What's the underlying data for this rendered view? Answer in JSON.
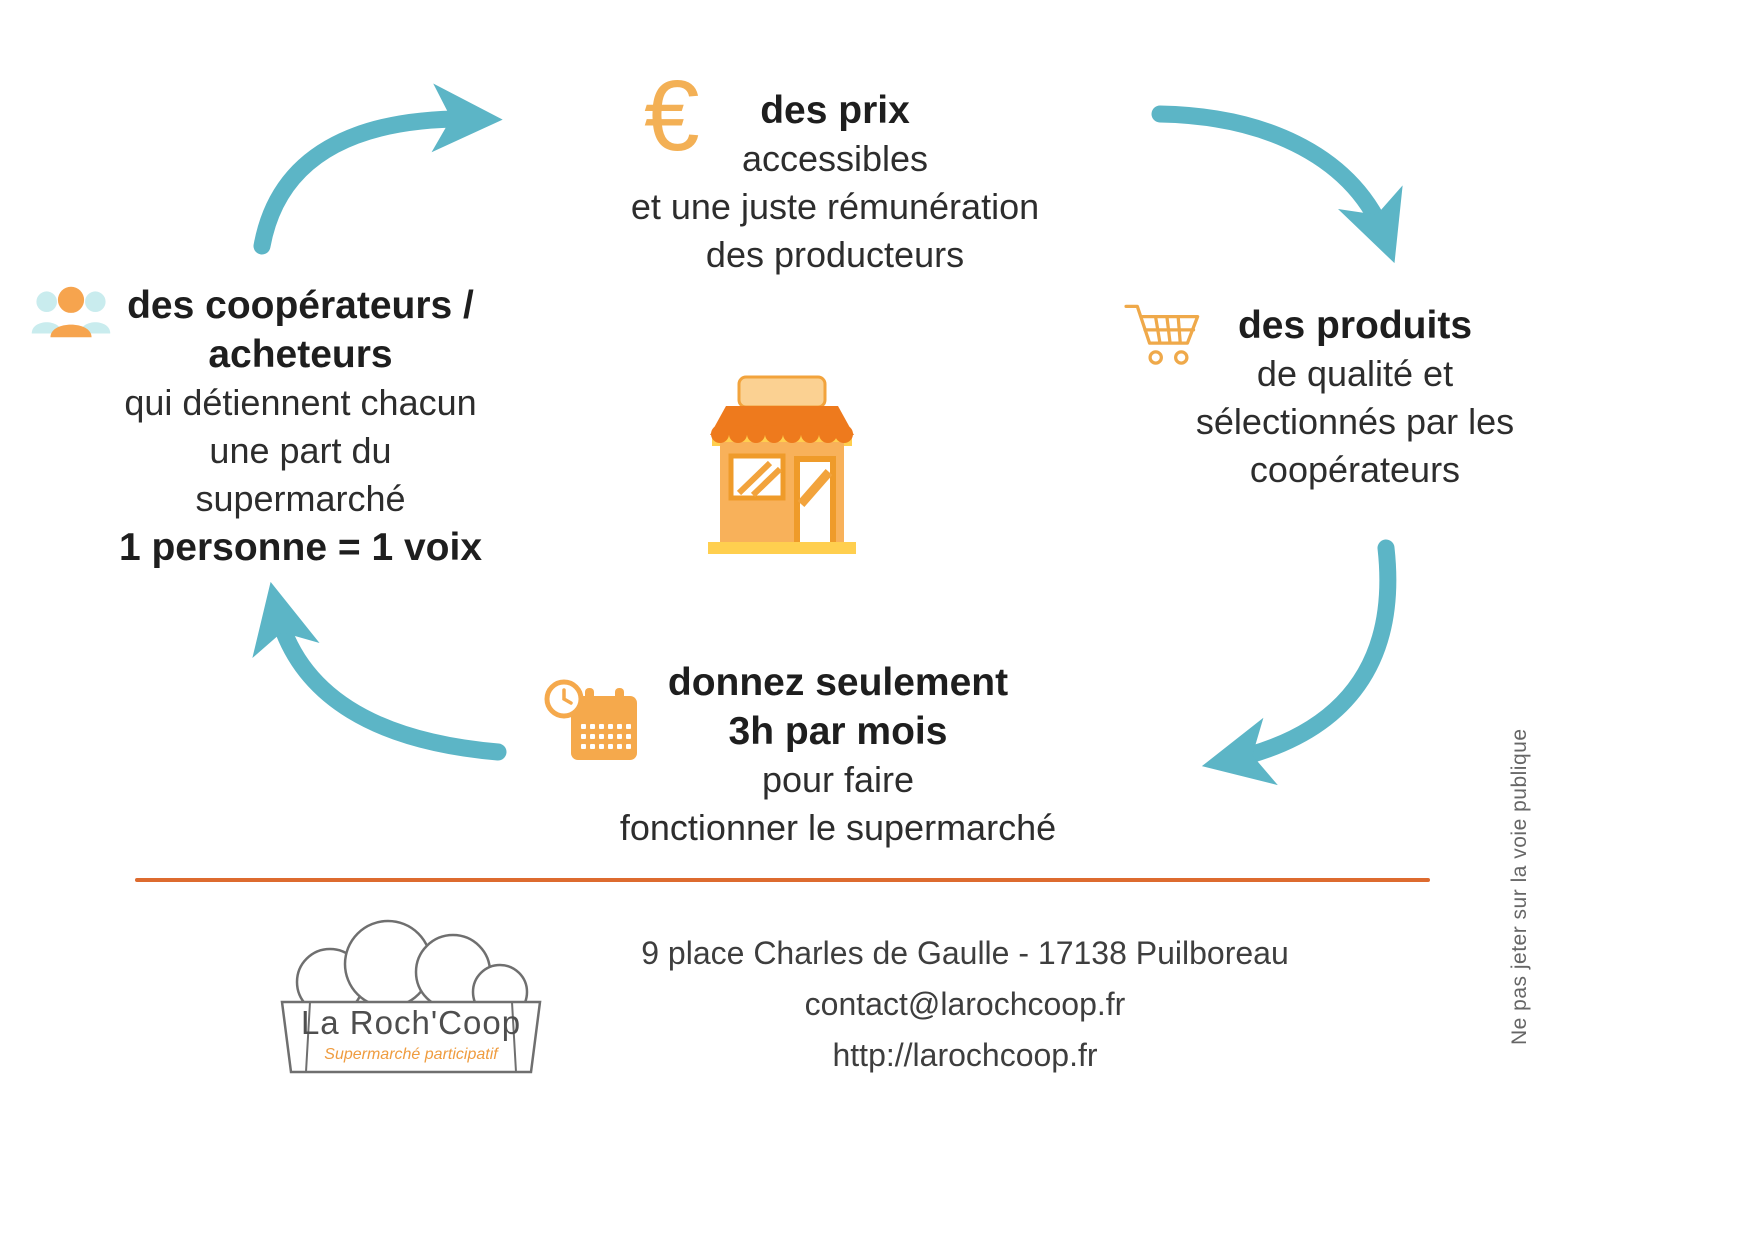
{
  "colors": {
    "arrow_teal": "#5cb5c6",
    "accent_orange": "#f2a84b",
    "awning_orange": "#ee7a1d",
    "divider_orange": "#dd6b2f",
    "text_dark": "#2f2f2f"
  },
  "icons": {
    "euro_glyph": "€"
  },
  "blocks": {
    "prices": {
      "title": "des prix",
      "line1": "accessibles",
      "line2": "et une juste rémunération",
      "line3": "des producteurs"
    },
    "products": {
      "title": "des produits",
      "line1": "de qualité et",
      "line2": "sélectionnés par les",
      "line3": "coopérateurs"
    },
    "cooperators": {
      "title_line1": "des coopérateurs /",
      "title_line2": "acheteurs",
      "line1": "qui détiennent chacun",
      "line2": "une part du",
      "line3": "supermarché",
      "emphasis": "1 personne = 1 voix"
    },
    "volunteer": {
      "title_line1": "donnez seulement",
      "title_line2": "3h par mois",
      "line1": "pour faire",
      "line2": "fonctionner le supermarché"
    }
  },
  "footer": {
    "address": "9 place Charles de Gaulle - 17138 Puilboreau",
    "email": "contact@larochcoop.fr",
    "website": "http://larochcoop.fr"
  },
  "logo": {
    "name": "La Roch'Coop",
    "tagline": "Supermarché participatif"
  },
  "side_note": "Ne pas jeter sur la voie publique"
}
